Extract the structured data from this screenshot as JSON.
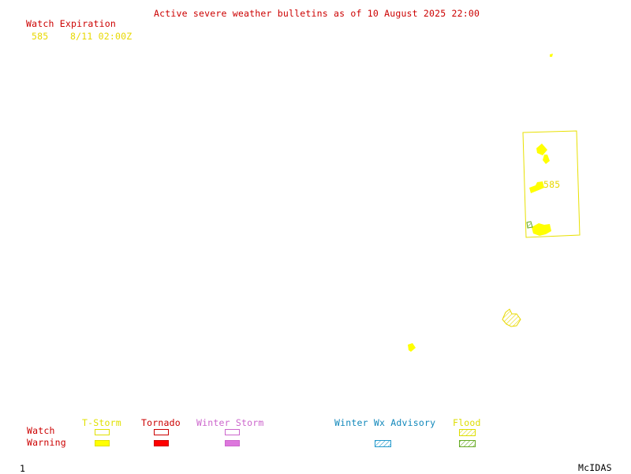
{
  "header": {
    "title": "Active severe weather bulletins as of 10 August 2025 22:00",
    "watch_expiration_label": "Watch Expiration",
    "watch_list": [
      {
        "id": "585",
        "expires": "8/11 02:00Z"
      }
    ]
  },
  "map": {
    "watch_box_label": "585"
  },
  "legend": {
    "row_watch": "Watch",
    "row_warning": "Warning",
    "categories": [
      {
        "label": "T-Storm",
        "color": "#ffff00",
        "text_color": "#e0e000"
      },
      {
        "label": "Tornado",
        "color": "#ff0000",
        "text_color": "#cc0000"
      },
      {
        "label": "Winter Storm",
        "color": "#dd77dd",
        "text_color": "#cc66cc"
      },
      {
        "label": "Winter Wx Advisory",
        "color": "#2299cc",
        "text_color": "#1188bb"
      },
      {
        "label": "Flood",
        "color": "#88cc33",
        "text_color": "#dddd00"
      }
    ]
  },
  "footer": {
    "frame_number": "1",
    "brand": "McIDAS"
  },
  "colors": {
    "title": "#cc0000",
    "watch_header": "#cc0000",
    "watch_text": "#e8d800",
    "tstorm_yellow": "#ffff00",
    "flood_green": "#66aa22",
    "background": "#ffffff"
  }
}
